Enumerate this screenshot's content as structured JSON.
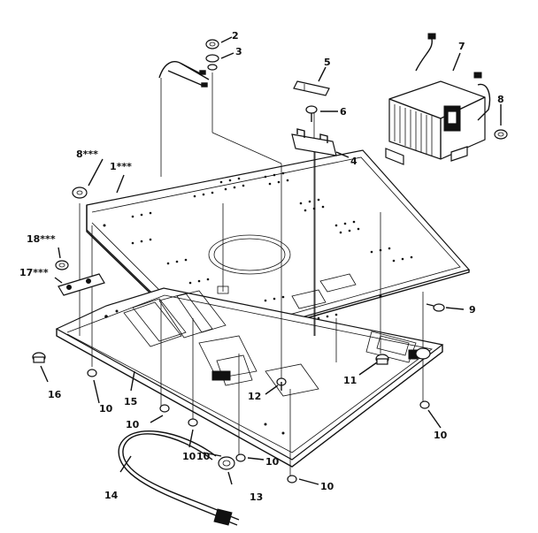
{
  "labels": {
    "p1": "1***",
    "p2": "2",
    "p3": "3",
    "p4": "4",
    "p5": "5",
    "p6": "6",
    "p7": "7",
    "p8a": "8",
    "p8b": "8***",
    "p9": "9",
    "p10a": "10",
    "p10b": "10",
    "p10c": "10",
    "p10d": "10",
    "p10e": "10",
    "p10f": "10",
    "p10g": "10",
    "p11": "11",
    "p12": "12",
    "p13": "13",
    "p14": "14",
    "p15": "15",
    "p16": "16",
    "p17": "17***",
    "p18": "18***"
  }
}
